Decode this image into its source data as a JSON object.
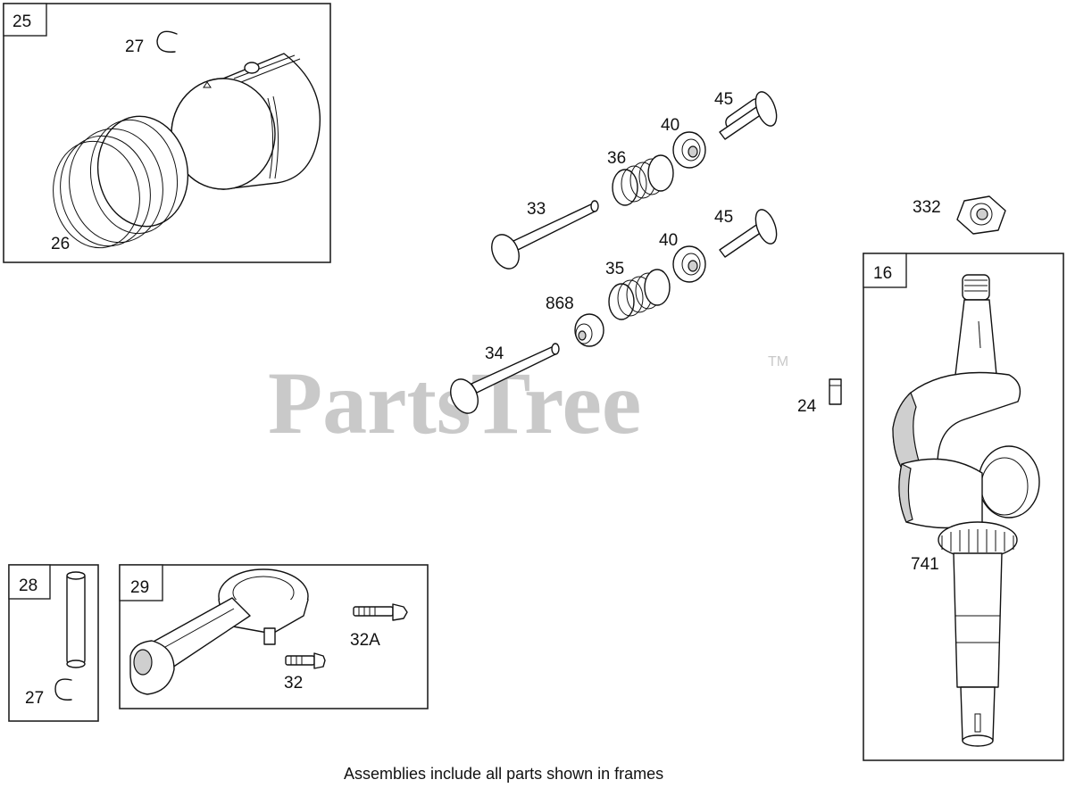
{
  "watermark": {
    "text": "PartsTree",
    "trademark": "TM"
  },
  "frames": {
    "piston_assembly": "25",
    "crankshaft_assembly": "16",
    "piston_pin": "28",
    "connecting_rod": "29"
  },
  "callouts": {
    "retainer_top": "27",
    "rings": "26",
    "tappet_upper": "45",
    "retainer_upper": "40",
    "spring_upper": "36",
    "valve_intake": "33",
    "tappet_lower": "45",
    "retainer_lower": "40",
    "spring_lower": "35",
    "seal": "868",
    "valve_exhaust": "34",
    "nut": "332",
    "key": "24",
    "gear": "741",
    "retainer_bottom": "27",
    "bolt_a": "32A",
    "bolt": "32"
  },
  "footer": "Assemblies include all parts shown in frames"
}
